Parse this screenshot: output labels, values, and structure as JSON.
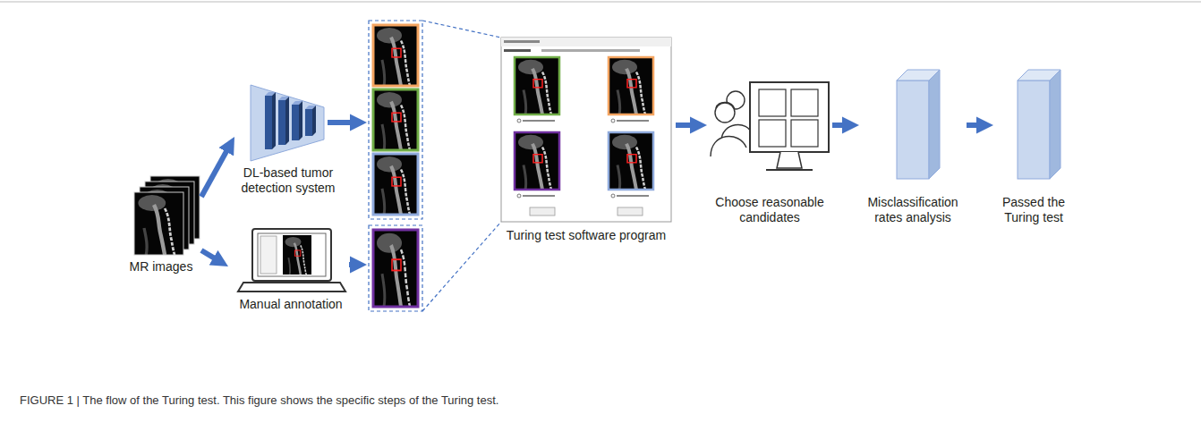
{
  "diagram": {
    "caption": "FIGURE 1 | The flow of the Turing test. This figure shows the specific steps of the Turing test.",
    "nodes": [
      {
        "text": [
          "MR images"
        ]
      },
      {
        "text": [
          "DL-based tumor detection system"
        ]
      },
      {
        "text": [
          "Manual annotation"
        ]
      },
      {
        "text": [
          "Turing test software program"
        ]
      },
      {
        "text": [
          "Choose reasonable candidates"
        ]
      },
      {
        "text": [
          "Misclassification rates analysis"
        ]
      },
      {
        "text": [
          "Passed the Turing test"
        ]
      }
    ],
    "edges": [
      {
        "from": 0,
        "to": 1,
        "arrow": "to"
      },
      {
        "from": 0,
        "to": 2,
        "arrow": "to"
      },
      {
        "from": 3,
        "to": 4,
        "arrow": "to"
      },
      {
        "from": 4,
        "to": 5,
        "arrow": "to"
      },
      {
        "from": 5,
        "to": 6,
        "arrow": "to"
      }
    ]
  }
}
